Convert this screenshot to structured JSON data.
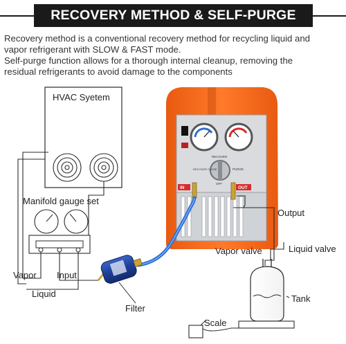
{
  "banner": {
    "title": "RECOVERY METHOD & SELF-PURGE METHOD"
  },
  "description": {
    "line1": "Recovery method is a conventional recovery method for recycling liquid and",
    "line2": "vapor refrigerant with SLOW & FAST mode.",
    "line3": "Self-purge function allows for a thorough internal cleanup, removing the",
    "line4": "residual refrigerants to avoid damage to the components"
  },
  "labels": {
    "hvac": "HVAC Syetem",
    "manifold": "Manifold gauge set",
    "vapor": "Vapor",
    "input": "Input",
    "liquid": "Liquid",
    "filter": "Filter",
    "output": "Output",
    "vapor_valve": "Vapor valve",
    "liquid_valve": "Liquid valve",
    "tank": "Tank",
    "scale": "Scale"
  },
  "machine": {
    "in_label": "IN",
    "out_label": "OUT",
    "knob_top": "RECOVER",
    "knob_left": "RECOVER CLOSE",
    "knob_right": "PURGE",
    "knob_bottom": "OFF"
  },
  "colors": {
    "machine_orange": "#f26a1b",
    "panel_grey": "#d9dbde",
    "hose_blue": "#2b6fd6",
    "filter_blue": "#1d3f9a",
    "brass": "#c9a23a",
    "line": "#2a2a2a"
  }
}
